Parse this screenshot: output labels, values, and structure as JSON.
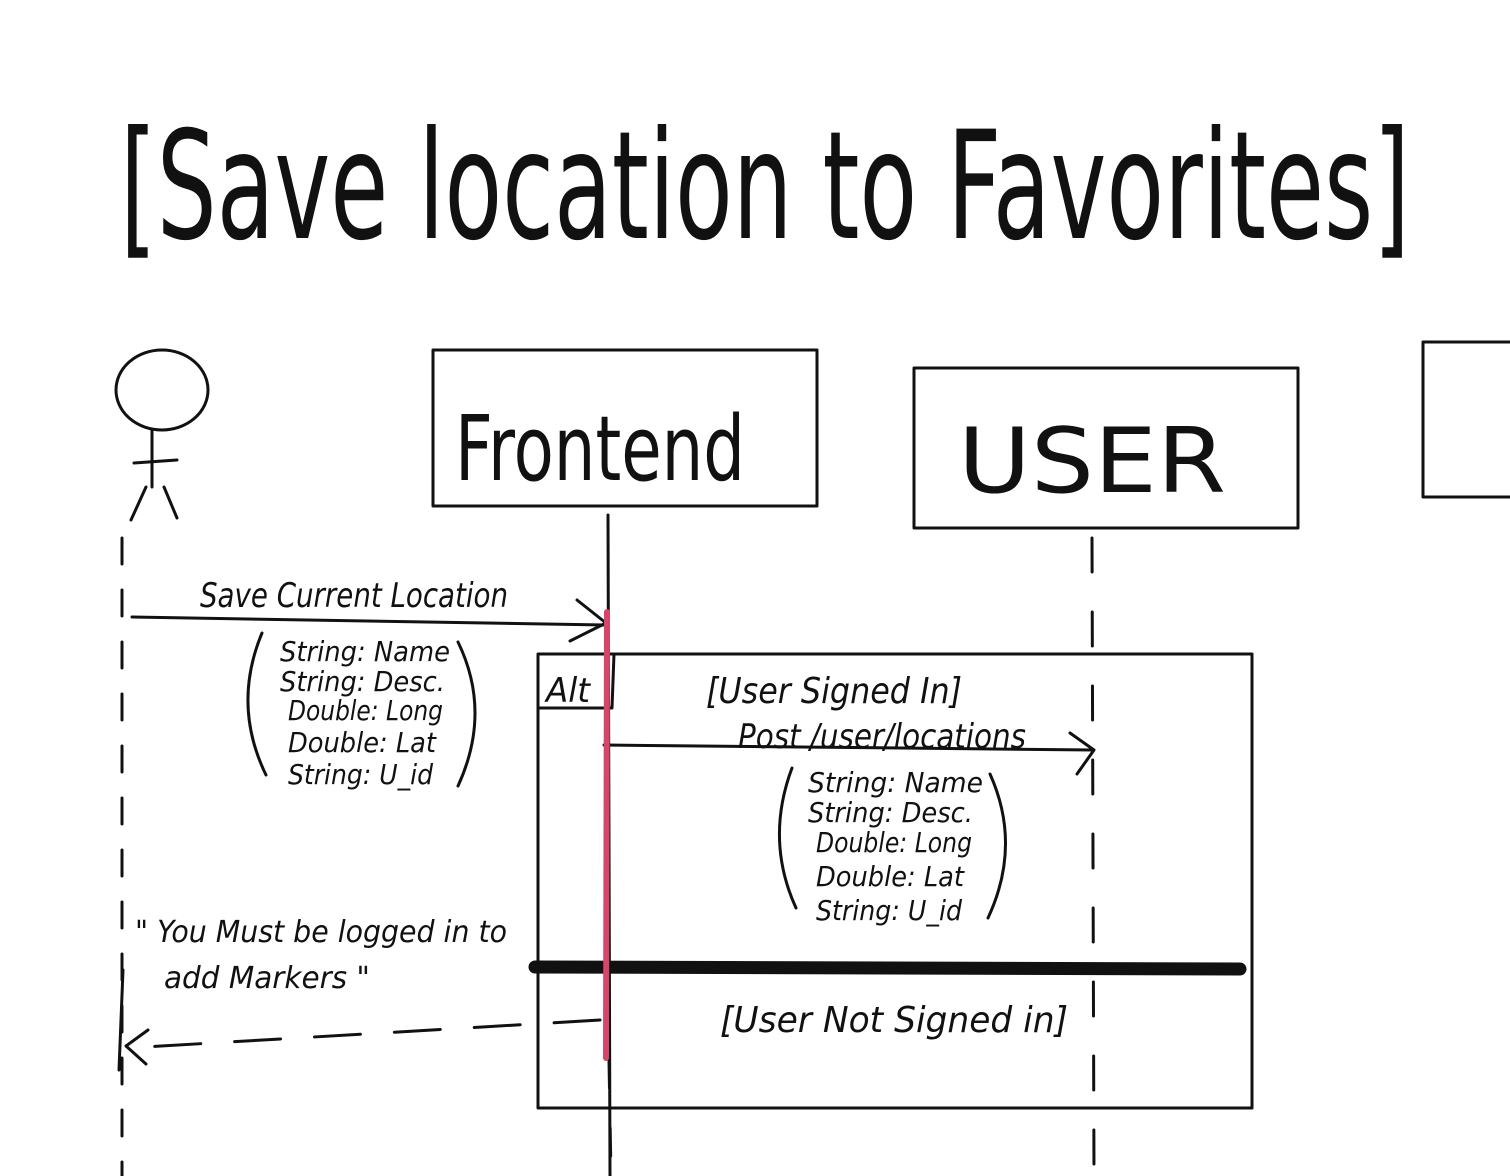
{
  "title": "[Save location to Favorites]",
  "participants": [
    {
      "id": "actor",
      "kind": "actor",
      "label": ""
    },
    {
      "id": "frontend",
      "kind": "box",
      "label": "Frontend"
    },
    {
      "id": "user",
      "kind": "box",
      "label": "USER"
    },
    {
      "id": "partial",
      "kind": "box",
      "label": ""
    }
  ],
  "messages": {
    "save_current_location": {
      "label": "Save Current Location",
      "params": [
        "String: Name",
        "String: Desc.",
        "Double: Long",
        "Double: Lat",
        "String: U_id"
      ]
    },
    "post_user_locations": {
      "label": "Post /user/locations",
      "params": [
        "String: Name",
        "String: Desc.",
        "Double: Long",
        "Double: Lat",
        "String: U_id"
      ]
    },
    "return_note": {
      "line1": "\" You Must be logged in to",
      "line2": "add Markers \""
    }
  },
  "fragment": {
    "operator": "Alt",
    "guard_signed_in": "[User Signed In]",
    "guard_not_signed_in": "[User Not Signed in]"
  },
  "colors": {
    "ink": "#111111",
    "activation": "#d6456a",
    "background": "#ffffff"
  }
}
